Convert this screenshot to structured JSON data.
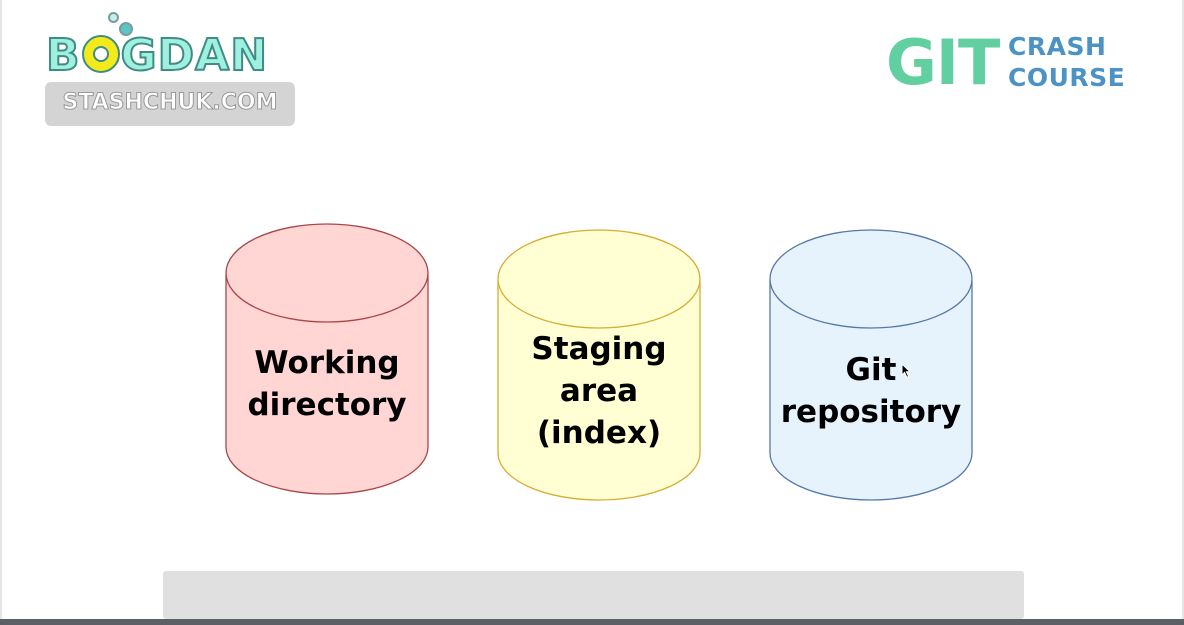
{
  "branding": {
    "name_before": "B",
    "name_after": "GDAN",
    "site": "STASHCHUK.COM"
  },
  "course_logo": {
    "word1": "GIT",
    "word2": "CRASH",
    "word3": "COURSE"
  },
  "diagram": {
    "stores": [
      {
        "id": "working",
        "lines": [
          "Working",
          "directory"
        ],
        "fill": "#ffd6d4",
        "stroke": "#a8474a"
      },
      {
        "id": "staging",
        "lines": [
          "Staging",
          "area",
          "(index)"
        ],
        "fill": "#ffffd3",
        "stroke": "#d6ad32"
      },
      {
        "id": "repo",
        "lines": [
          "Git",
          "repository"
        ],
        "fill": "#e6f3fd",
        "stroke": "#5579a8"
      }
    ]
  },
  "colors": {
    "caption_bar": "#e0e0e0",
    "bottom_edge": "#5c5f66"
  }
}
